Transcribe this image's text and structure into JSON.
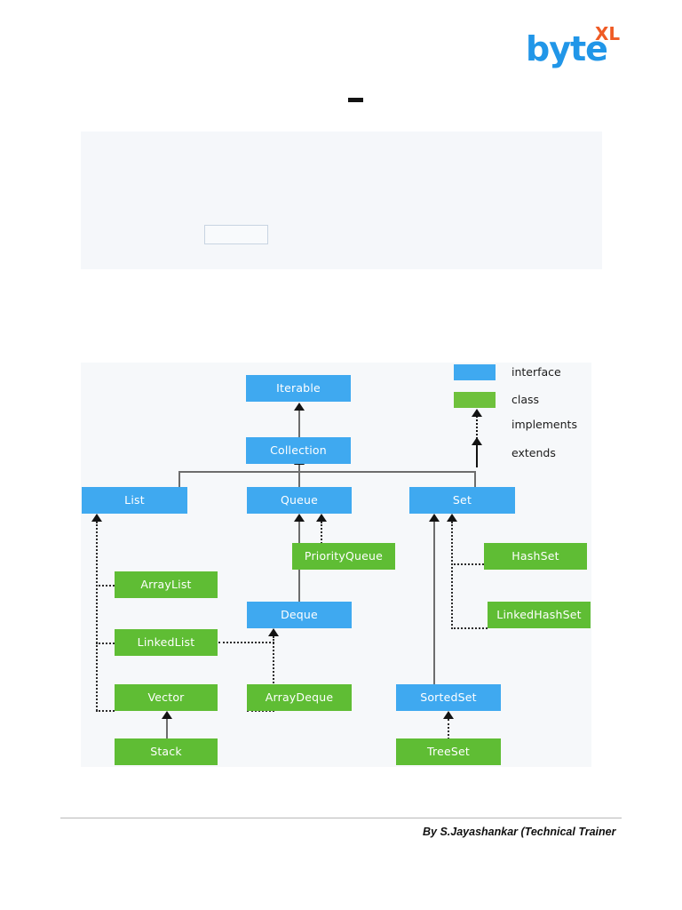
{
  "logo": {
    "primary_text": "byte",
    "superscript_text": "XL",
    "primary_color": "#2196e8",
    "superscript_color": "#ef5b25"
  },
  "upper_panel": {
    "title_mark": "",
    "empty_box_value": ""
  },
  "diagram": {
    "legend": {
      "interface_label": "interface",
      "class_label": "class",
      "implements_label": "implements",
      "extends_label": "extends",
      "interface_color": "#3fa9f0",
      "class_color": "#6ec13c"
    },
    "nodes": [
      {
        "id": "iterable",
        "label": "Iterable",
        "kind": "interface"
      },
      {
        "id": "collection",
        "label": "Collection",
        "kind": "interface"
      },
      {
        "id": "list",
        "label": "List",
        "kind": "interface"
      },
      {
        "id": "queue",
        "label": "Queue",
        "kind": "interface"
      },
      {
        "id": "set",
        "label": "Set",
        "kind": "interface"
      },
      {
        "id": "deque",
        "label": "Deque",
        "kind": "interface"
      },
      {
        "id": "sortedset",
        "label": "SortedSet",
        "kind": "interface"
      },
      {
        "id": "arraylist",
        "label": "ArrayList",
        "kind": "class"
      },
      {
        "id": "linkedlist",
        "label": "LinkedList",
        "kind": "class"
      },
      {
        "id": "vector",
        "label": "Vector",
        "kind": "class"
      },
      {
        "id": "stack",
        "label": "Stack",
        "kind": "class"
      },
      {
        "id": "priorityqueue",
        "label": "PriorityQueue",
        "kind": "class"
      },
      {
        "id": "arraydeque",
        "label": "ArrayDeque",
        "kind": "class"
      },
      {
        "id": "hashset",
        "label": "HashSet",
        "kind": "class"
      },
      {
        "id": "linkedhashset",
        "label": "LinkedHashSet",
        "kind": "class"
      },
      {
        "id": "treeset",
        "label": "TreeSet",
        "kind": "class"
      }
    ],
    "edges": [
      {
        "from": "collection",
        "to": "iterable",
        "type": "extends"
      },
      {
        "from": "list",
        "to": "collection",
        "type": "extends"
      },
      {
        "from": "queue",
        "to": "collection",
        "type": "extends"
      },
      {
        "from": "set",
        "to": "collection",
        "type": "extends"
      },
      {
        "from": "deque",
        "to": "queue",
        "type": "extends"
      },
      {
        "from": "sortedset",
        "to": "set",
        "type": "extends"
      },
      {
        "from": "stack",
        "to": "vector",
        "type": "extends"
      },
      {
        "from": "arraylist",
        "to": "list",
        "type": "implements"
      },
      {
        "from": "linkedlist",
        "to": "list",
        "type": "implements"
      },
      {
        "from": "vector",
        "to": "list",
        "type": "implements"
      },
      {
        "from": "priorityqueue",
        "to": "queue",
        "type": "implements"
      },
      {
        "from": "linkedlist",
        "to": "deque",
        "type": "implements"
      },
      {
        "from": "arraydeque",
        "to": "deque",
        "type": "implements"
      },
      {
        "from": "hashset",
        "to": "set",
        "type": "implements"
      },
      {
        "from": "linkedhashset",
        "to": "set",
        "type": "implements"
      },
      {
        "from": "treeset",
        "to": "sortedset",
        "type": "implements"
      }
    ]
  },
  "footer": {
    "credit": "By S.Jayashankar (Technical Trainer"
  }
}
